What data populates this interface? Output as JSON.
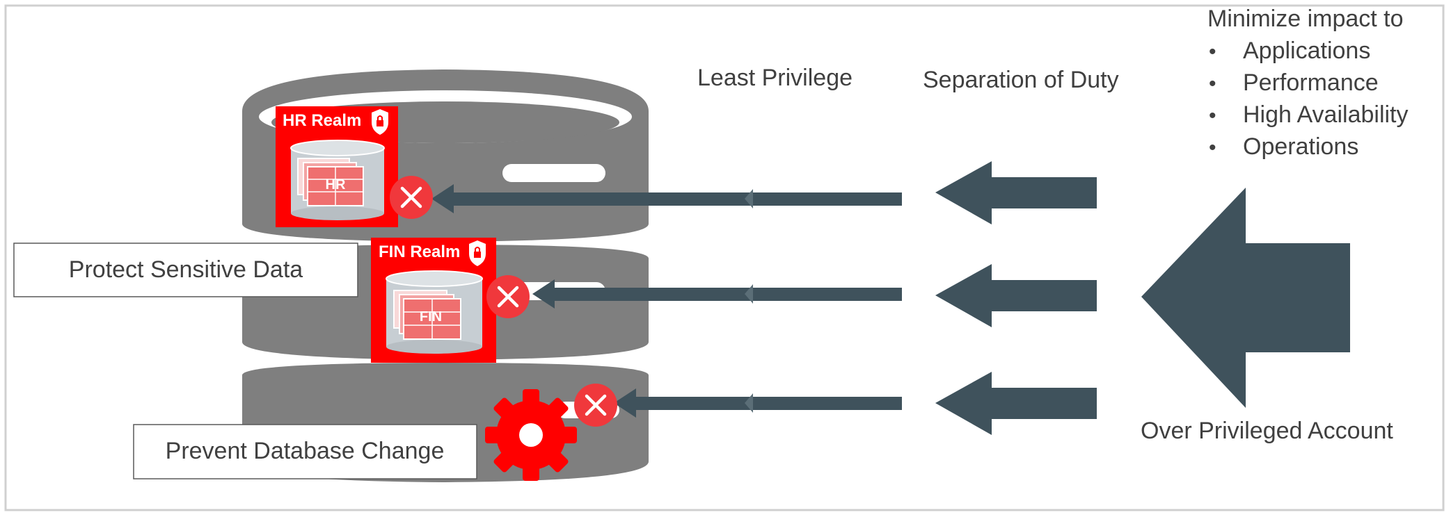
{
  "labels": {
    "least_privilege": "Least Privilege",
    "separation_of_duty": "Separation of Duty",
    "over_privileged_account": "Over Privileged Account",
    "protect_sensitive_data": "Protect Sensitive Data",
    "prevent_database_change": "Prevent Database Change"
  },
  "impact": {
    "heading": "Minimize impact to",
    "items": [
      "Applications",
      "Performance",
      "High Availability",
      "Operations"
    ]
  },
  "realms": {
    "hr": {
      "title": "HR Realm",
      "table_label": "HR"
    },
    "fin": {
      "title": "FIN Realm",
      "table_label": "FIN"
    }
  },
  "colors": {
    "realm_red": "#ff0000",
    "x_badge_red": "#f0383c",
    "arrow_slate": "#3f525c",
    "database_gray": "#7f7f7f",
    "text_gray": "#404040"
  }
}
